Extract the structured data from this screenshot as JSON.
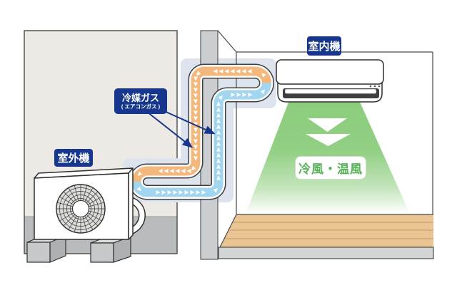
{
  "labels": {
    "outdoor_unit": "室外機",
    "indoor_unit": "室内機",
    "refrigerant": {
      "title": "冷媒ガス",
      "subtitle": "( エアコンガス )"
    },
    "airflow": "冷風・温風"
  },
  "colors": {
    "navy": "#17368d",
    "pipe-orange": "#f5b87c",
    "pipe-blue": "#a2d5f0",
    "airflow-green": "#8ccd7d",
    "airflow-text": "#57b357",
    "casing": "#dde4ee",
    "wall": "#cbced1",
    "outdoor-wall": "#edeae5",
    "ground": "#b9bcbd",
    "wood-floor": "#eac493",
    "floor-base": "#d3d5d5"
  }
}
